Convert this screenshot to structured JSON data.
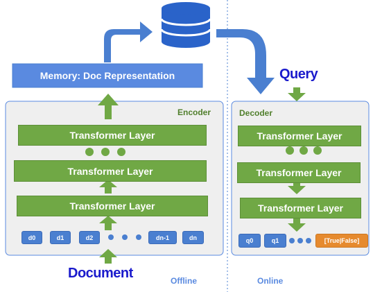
{
  "memory": {
    "label": "Memory: Doc Representation"
  },
  "encoder": {
    "title": "Encoder",
    "layers": [
      "Transformer Layer",
      "Transformer Layer",
      "Transformer Layer"
    ],
    "tokens": [
      "d0",
      "d1",
      "d2",
      "dn-1",
      "dn"
    ]
  },
  "decoder": {
    "title": "Decoder",
    "layers": [
      "Transformer Layer",
      "Transformer Layer",
      "Transformer Layer"
    ],
    "tokens": [
      "q0",
      "q1"
    ],
    "output": "[True|False]"
  },
  "labels": {
    "document": "Document",
    "query": "Query",
    "offline": "Offline",
    "online": "Online"
  },
  "colors": {
    "green": "#70a845",
    "blue": "#4a7fd0",
    "orange": "#e68a2e",
    "panel": "#efefef"
  }
}
